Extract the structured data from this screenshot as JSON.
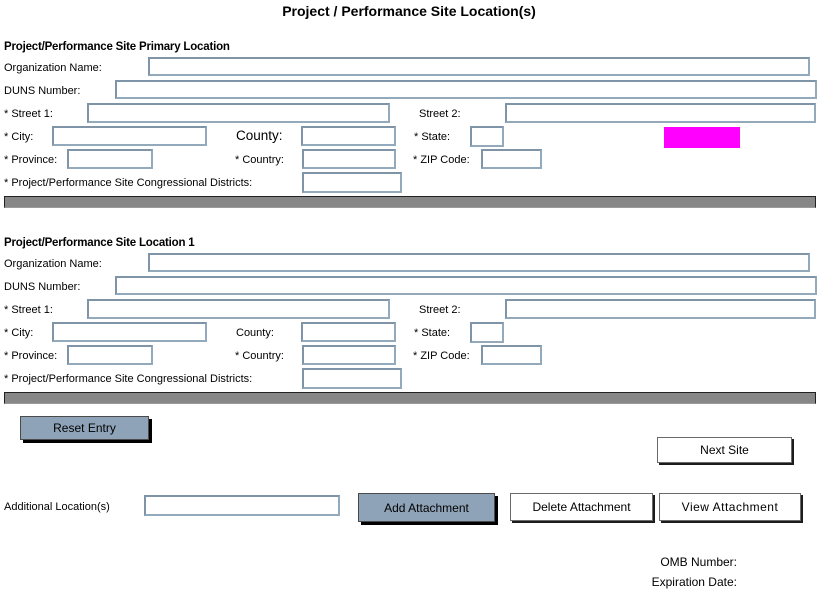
{
  "title": "Project / Performance Site Location(s)",
  "colors": {
    "field_border": "#8399ac",
    "button_blue": "#8fa3b8",
    "divider_gray": "#878787",
    "highlight_magenta": "#ff00ff"
  },
  "sections": [
    {
      "header": "Project/Performance Site Primary Location",
      "labels": {
        "organization_name": "Organization Name:",
        "duns_number": "DUNS Number:",
        "street1": "* Street 1:",
        "street2": "Street 2:",
        "city": "* City:",
        "county": "County:",
        "state": "* State:",
        "province": "* Province:",
        "country": "* Country:",
        "zip_code": "* ZIP Code:",
        "congressional_districts": "* Project/Performance Site Congressional Districts:"
      },
      "values": {
        "organization_name": "",
        "duns_number": "",
        "street1": "",
        "street2": "",
        "city": "",
        "county": "",
        "state": "",
        "province": "",
        "country": "",
        "zip_code": "",
        "congressional_districts": ""
      }
    },
    {
      "header": "Project/Performance Site Location 1",
      "labels": {
        "organization_name": "Organization Name:",
        "duns_number": "DUNS Number:",
        "street1": "* Street 1:",
        "street2": "Street 2:",
        "city": "* City:",
        "county": "County:",
        "state": "* State:",
        "province": "* Province:",
        "country": "* Country:",
        "zip_code": "* ZIP Code:",
        "congressional_districts": "* Project/Performance Site Congressional Districts:"
      },
      "values": {
        "organization_name": "",
        "duns_number": "",
        "street1": "",
        "street2": "",
        "city": "",
        "county": "",
        "state": "",
        "province": "",
        "country": "",
        "zip_code": "",
        "congressional_districts": ""
      }
    }
  ],
  "buttons": {
    "reset_entry": "Reset Entry",
    "next_site": "Next Site",
    "add_attachment": "Add Attachment",
    "delete_attachment": "Delete Attachment",
    "view_attachment": "View  Attachment"
  },
  "additional_locations": {
    "label": "Additional Location(s)",
    "value": ""
  },
  "footer": {
    "omb_number_label": "OMB Number:",
    "expiration_date_label": "Expiration Date:"
  }
}
